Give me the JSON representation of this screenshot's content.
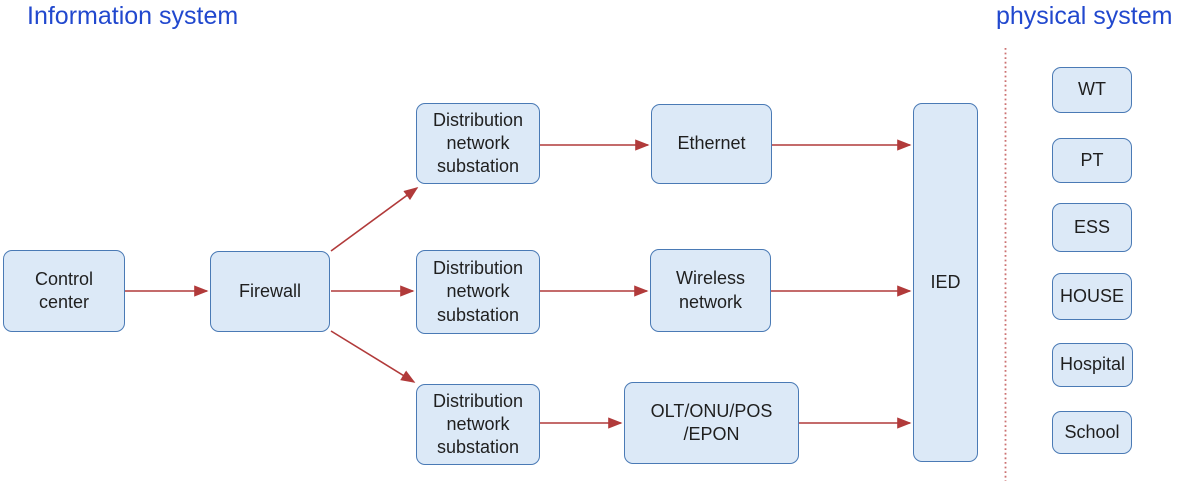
{
  "information_system": {
    "title": "Information system",
    "nodes": {
      "control_center": {
        "label": "Control\ncenter"
      },
      "firewall": {
        "label": "Firewall"
      },
      "dist_substation_1": {
        "label": "Distribution\nnetwork\nsubstation"
      },
      "dist_substation_2": {
        "label": "Distribution\nnetwork\nsubstation"
      },
      "dist_substation_3": {
        "label": "Distribution\nnetwork\nsubstation"
      },
      "ethernet": {
        "label": "Ethernet"
      },
      "wireless_network": {
        "label": "Wireless\nnetwork"
      },
      "olt_onu_pos_epon": {
        "label": "OLT/ONU/POS\n/EPON"
      },
      "ied": {
        "label": "IED"
      }
    },
    "edges": [
      {
        "from": "control_center",
        "to": "firewall"
      },
      {
        "from": "firewall",
        "to": "dist_substation_1"
      },
      {
        "from": "firewall",
        "to": "dist_substation_2"
      },
      {
        "from": "firewall",
        "to": "dist_substation_3"
      },
      {
        "from": "dist_substation_1",
        "to": "ethernet"
      },
      {
        "from": "dist_substation_2",
        "to": "wireless_network"
      },
      {
        "from": "dist_substation_3",
        "to": "olt_onu_pos_epon"
      },
      {
        "from": "ethernet",
        "to": "ied"
      },
      {
        "from": "wireless_network",
        "to": "ied"
      },
      {
        "from": "olt_onu_pos_epon",
        "to": "ied"
      }
    ]
  },
  "physical_system": {
    "title": "physical system",
    "nodes": {
      "wt": {
        "label": "WT"
      },
      "pt": {
        "label": "PT"
      },
      "ess": {
        "label": "ESS"
      },
      "house": {
        "label": "HOUSE"
      },
      "hospital": {
        "label": "Hospital"
      },
      "school": {
        "label": "School"
      }
    }
  },
  "colors": {
    "title_blue": "#2148ce",
    "node_fill": "#dce9f7",
    "node_border": "#4a7ab5",
    "arrow_red": "#b13a3a",
    "divider_red": "#cc7272"
  }
}
